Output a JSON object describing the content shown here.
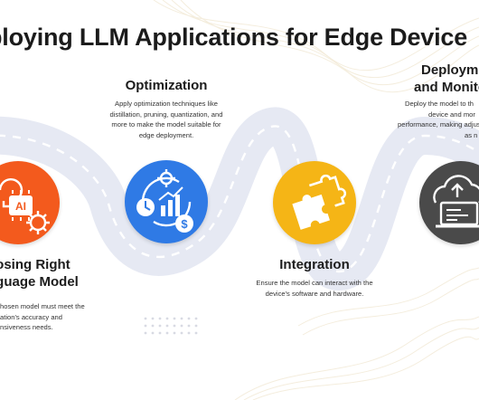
{
  "title": "ploying LLM Applications for Edge Device",
  "steps": [
    {
      "id": "choosing",
      "heading_line1": "oosing Right",
      "heading_line2": "nguage Model",
      "desc_line1": "hosen model must meet the",
      "desc_line2": "ation's accuracy and",
      "desc_line3": "nsiveness needs.",
      "icon": "ai-chip-gears-icon",
      "color": "#f25a1c"
    },
    {
      "id": "optimization",
      "heading": "Optimization",
      "desc_line1": "Apply optimization techniques like",
      "desc_line2": "distillation, pruning, quantization, and",
      "desc_line3": "more to make the model suitable for",
      "desc_line4": "edge deployment.",
      "icon": "optimization-clock-chart-dollar-icon",
      "color": "#2f7ae5"
    },
    {
      "id": "integration",
      "heading": "Integration",
      "desc_line1": "Ensure the model can interact with the",
      "desc_line2": "device's software and hardware.",
      "icon": "puzzle-pieces-icon",
      "color": "#f5b516"
    },
    {
      "id": "deployment",
      "heading_line1": "Deployme",
      "heading_line2": "and Monito",
      "desc_line1": "Deploy the model to th",
      "desc_line2": "device and mor",
      "desc_line3": "performance, making adjus",
      "desc_line4": "as n",
      "icon": "cloud-upload-laptop-icon",
      "color": "#4a4a4a"
    }
  ],
  "colors": {
    "road": "#e4e7f3",
    "road_dash": "#ffffff",
    "swirl": "#f6f0e2",
    "dots": "#d7d9e2"
  }
}
